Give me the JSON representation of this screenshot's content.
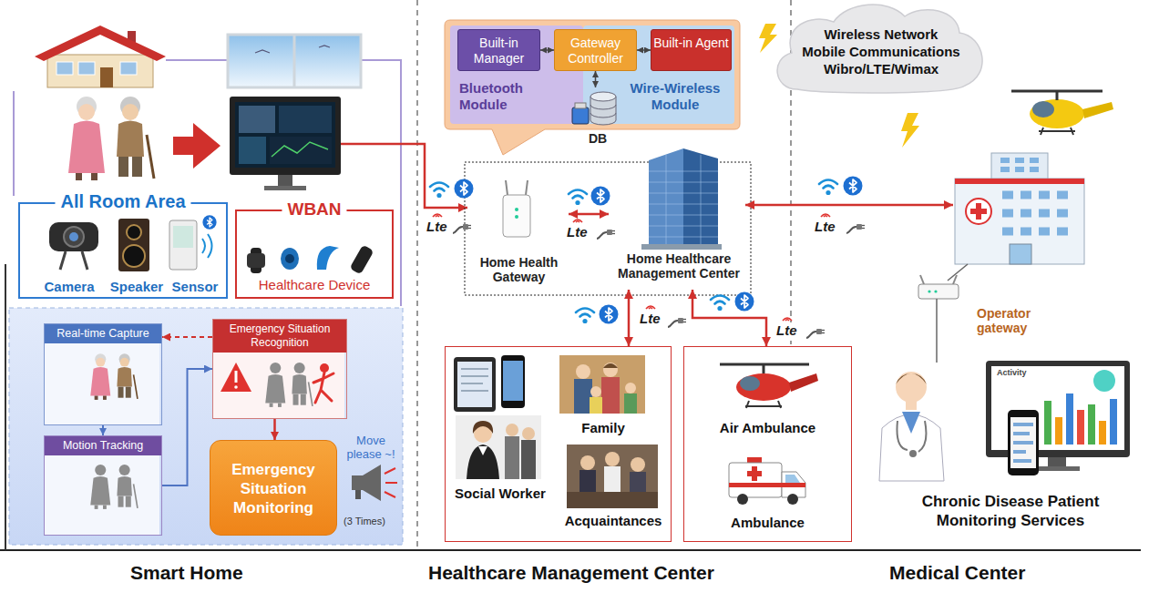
{
  "diagram": {
    "nodes": [
      {
        "text": [
          "All Room Area",
          "Camera",
          "Speaker",
          "Sensor"
        ]
      },
      {
        "text": [
          "WBAN",
          "Healthcare Device"
        ]
      },
      {
        "text": [
          "Real-time Capture"
        ]
      },
      {
        "text": [
          "Emergency Situation Recognition"
        ]
      },
      {
        "text": [
          "Motion Tracking"
        ]
      },
      {
        "text": [
          "Emergency Situation Monitoring"
        ]
      },
      {
        "text": [
          "Bluetooth Module"
        ]
      },
      {
        "text": [
          "Built-in Manager"
        ],
        "in": 6
      },
      {
        "text": [
          "Wire-Wireless Module"
        ]
      },
      {
        "text": [
          "Built-in Agent"
        ],
        "in": 8
      },
      {
        "text": [
          "Gateway Controller"
        ]
      },
      {
        "text": [
          "DB"
        ]
      },
      {
        "text": [
          "Wireless Network",
          "Mobile Communications",
          "Wibro/LTE/Wimax"
        ]
      },
      {
        "text": [
          "Home Health Gateway"
        ]
      },
      {
        "text": [
          "Home Healthcare Management Center"
        ]
      },
      {
        "text": [
          "Family",
          "Social Worker",
          "Acquaintances"
        ]
      },
      {
        "text": [
          "Air Ambulance",
          "Ambulance"
        ]
      },
      {
        "text": [
          "Operator gateway"
        ]
      }
    ],
    "edges": [
      {
        "from": 2,
        "to": 4,
        "arrow": "to"
      },
      {
        "from": 4,
        "to": 3,
        "arrow": "to"
      },
      {
        "from": 3,
        "to": 2,
        "arrow": "to"
      },
      {
        "from": 3,
        "to": 5,
        "arrow": "to"
      },
      {
        "from": 7,
        "to": 10,
        "arrow": "both"
      },
      {
        "from": 10,
        "to": 9,
        "arrow": "both"
      },
      {
        "from": 10,
        "to": 11,
        "arrow": "both"
      },
      {
        "from": 13,
        "to": 14,
        "arrow": "both"
      },
      {
        "from": 14,
        "to": 15,
        "arrow": "both"
      },
      {
        "from": 14,
        "to": 16,
        "arrow": "both"
      }
    ],
    "labels": [
      "Lte",
      "Lte",
      "Lte",
      "Lte",
      "Lte",
      "Move please ~!",
      "(3 Times)",
      "Activity",
      "Chronic Disease Patient Monitoring Services",
      "Smart Home",
      "Healthcare Management Center",
      "Medical Center"
    ]
  }
}
